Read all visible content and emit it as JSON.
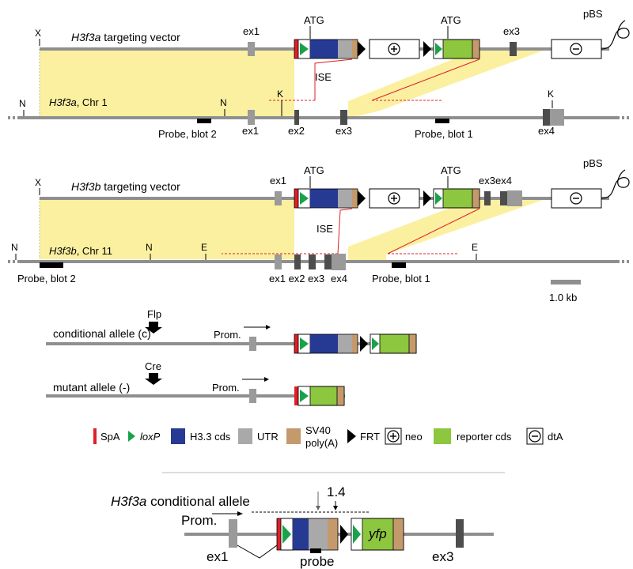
{
  "colors": {
    "yellow": "#fbf0a0",
    "line": "#8f8f8f",
    "spa": "#e01f26",
    "loxp": "#1aa24b",
    "cds": "#273a93",
    "utr": "#a9a9a9",
    "sv40": "#c49a6c",
    "frt": "#000000",
    "reporter": "#8dc63f",
    "exon_light": "#9a9a9a",
    "exon_dark": "#4d4d4d",
    "ise": "#e01f26"
  },
  "panelA": {
    "vector_label_gene": "H3f3a",
    "vector_label_rest": " targeting vector",
    "x_marker": "X",
    "ex1": "ex1",
    "atg1": "ATG",
    "atg2": "ATG",
    "ex3": "ex3",
    "pbs": "pBS",
    "ise": "ISE",
    "chr_gene": "H3f3a",
    "chr_rest": ", Chr 1",
    "n_left": "N",
    "n_mid": "N",
    "k_mid": "K",
    "k_right": "K",
    "probe2": "Probe, blot 2",
    "probe1": "Probe, blot 1",
    "g_ex1": "ex1",
    "g_ex2": "ex2",
    "g_ex3": "ex3",
    "g_ex4": "ex4"
  },
  "panelB": {
    "vector_label_gene": "H3f3b",
    "vector_label_rest": " targeting vector",
    "x_marker": "X",
    "ex1": "ex1",
    "atg1": "ATG",
    "atg2": "ATG",
    "ex3ex4": "ex3ex4",
    "pbs": "pBS",
    "ise": "ISE",
    "chr_gene": "H3f3b",
    "chr_rest": ", Chr 11",
    "n_left": "N",
    "n_mid": "N",
    "e_mid": "E",
    "e_right": "E",
    "probe2": "Probe, blot 2",
    "probe1": "Probe, blot 1",
    "g_exons": "ex1 ex2 ex3",
    "g_ex4": "ex4",
    "scale": "1.0 kb"
  },
  "alleles": {
    "flp": "Flp",
    "conditional": "conditional allele (c)",
    "prom1": "Prom.",
    "cre": "Cre",
    "mutant": "mutant allele (-)",
    "prom2": "Prom."
  },
  "legend": {
    "spa": "SpA",
    "loxp": "loxP",
    "cds": "H3.3 cds",
    "utr": "UTR",
    "sv40_1": "SV40",
    "sv40_2": "poly(A)",
    "frt": "FRT",
    "neo": "neo",
    "reporter": "reporter cds",
    "dta": "dtA"
  },
  "panelC": {
    "title_gene": "H3f3a",
    "title_rest": " conditional allele",
    "prom": "Prom.",
    "size": "1.4",
    "yfp": "yfp",
    "ex1": "ex1",
    "probe": "probe",
    "ex3": "ex3"
  }
}
